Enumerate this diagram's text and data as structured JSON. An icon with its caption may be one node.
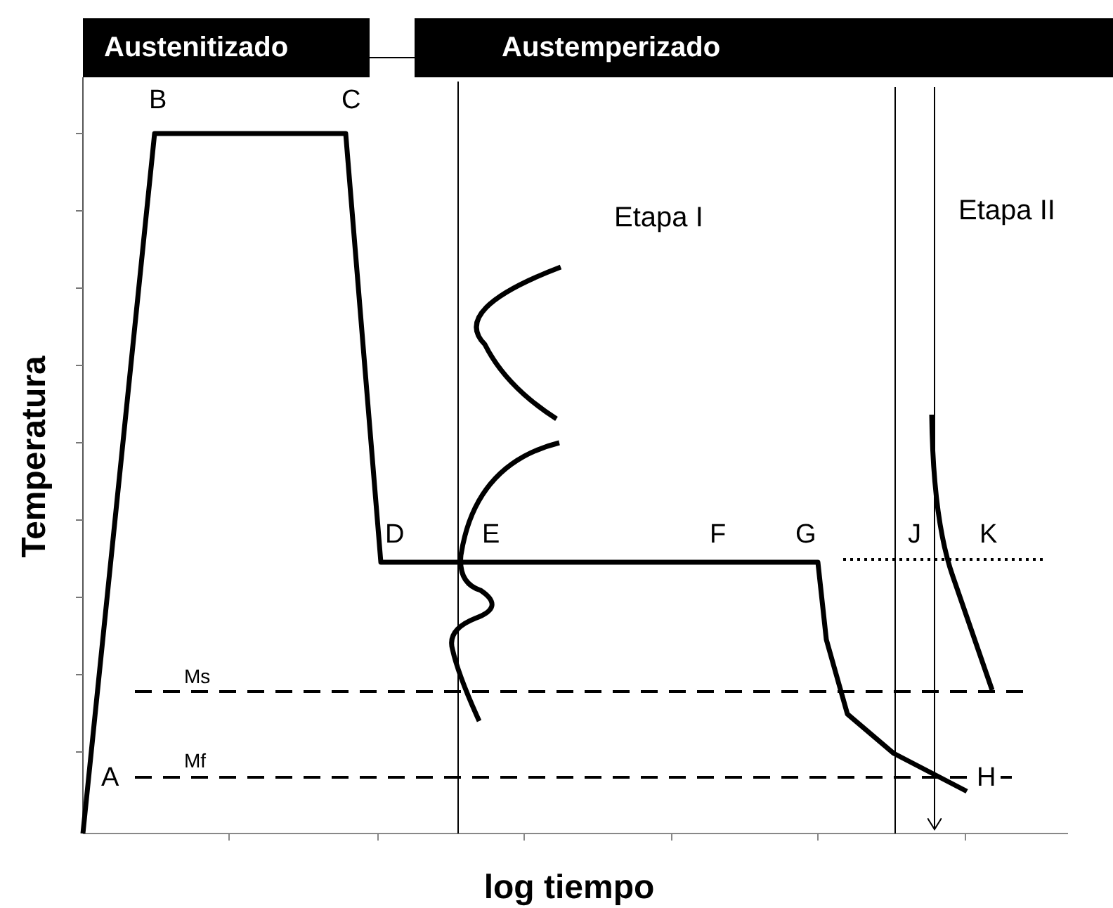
{
  "diagram": {
    "nodes": [
      {
        "text": [
          "Austenitizado"
        ]
      },
      {
        "text": [
          "Austemperizado"
        ]
      }
    ],
    "edges": [
      {
        "from": 0,
        "to": 1,
        "arrow": "none"
      }
    ],
    "labels": [
      "B",
      "C",
      "Etapa I",
      "Etapa II",
      "Temperatura",
      "D",
      "E",
      "F",
      "G",
      "J",
      "K",
      "Ms",
      "Mf",
      "A",
      "H",
      "log tiempo"
    ]
  }
}
